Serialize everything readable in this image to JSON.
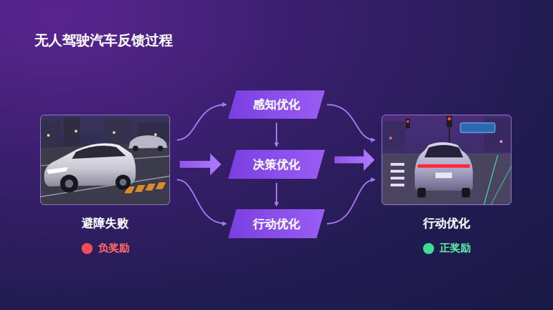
{
  "diagram": {
    "title": "无人驾驶汽车反馈过程",
    "nodes": [
      {
        "text": [
          "避障失败",
          "负奖励"
        ]
      },
      {
        "text": [
          "感知优化"
        ]
      },
      {
        "text": [
          "决策优化"
        ]
      },
      {
        "text": [
          "行动优化"
        ]
      },
      {
        "text": [
          "行动优化",
          "正奖励"
        ]
      }
    ],
    "edges": [
      {
        "from": 0,
        "to": 1,
        "arrow": "to"
      },
      {
        "from": 0,
        "to": 2,
        "arrow": "to"
      },
      {
        "from": 0,
        "to": 3,
        "arrow": "to"
      },
      {
        "from": 1,
        "to": 2,
        "arrow": "to"
      },
      {
        "from": 2,
        "to": 3,
        "arrow": "to"
      },
      {
        "from": 1,
        "to": 4,
        "arrow": "to"
      },
      {
        "from": 2,
        "to": 4,
        "arrow": "to"
      },
      {
        "from": 3,
        "to": 4,
        "arrow": "to"
      }
    ]
  }
}
